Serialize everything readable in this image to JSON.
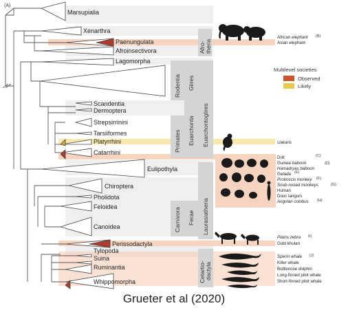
{
  "panel_label": "(A)",
  "taxa": {
    "marsupialia": "Marsupialia",
    "xenarthra": "Xenarthra",
    "paenungulata": "Paenungulata",
    "afroinsectivora": "Afroinsectivora",
    "lagomorpha": "Lagomorpha",
    "scandentia": "Scandentia",
    "dermoptera": "Dermoptera",
    "strepsirrhini": "Strepsirrinini",
    "tarsiiformes": "Tarsiiformes",
    "platyrrhini": "Platyrrhini",
    "catarrhini": "Catarrhini",
    "eulipothyla": "Eulipothyla",
    "chiroptera": "Chiroptera",
    "pholidota": "Pholidota",
    "feloidea": "Feloidea",
    "canoidea": "Canoidea",
    "perissodactyla": "Perissodactyla",
    "tylopoda": "Tylopoda",
    "suina": "Suina",
    "ruminantia": "Ruminantia",
    "whippomorpha": "Whippomorpha"
  },
  "groups": {
    "afrotheria_1": "Afro-",
    "afrotheria_2": "theria",
    "rodentia": "Rodentia",
    "glires": "Glires",
    "euarchontoglires": "Euarchontoglires",
    "euarchonta": "Euarchonta",
    "primates": "Primates",
    "laurasiatheria": "Laurasiatheria",
    "carnivora": "Carnivora",
    "ferae": "Ferae",
    "cetartiodactyla_1": "Cetartio-",
    "cetartiodactyla_2": "dactyla"
  },
  "species": {
    "african_elephant": "African elephant",
    "asian_elephant": "Asian elephant",
    "uakaris": "Uakaris",
    "drill": "Drill",
    "guinea_baboon": "Guinea baboon",
    "hamadryas_baboon": "Hamadryas baboon",
    "gelada": "Gelada",
    "proboscis_monkey": "Proboscis monkey",
    "snub_nosed_monkeys": "Snub-nosed monkeys",
    "human": "Human",
    "douc_langurs": "Douc langurs",
    "angolan_colobus": "Angolan colobus",
    "plains_zebra": "Plains zebra",
    "gobi_khulan": "Gobi khulan",
    "sperm_whale": "Sperm whale",
    "killer_whale": "Killer whale",
    "bottlenose_dolphin": "Bottlenose dolphin",
    "long_finned_pilot_whale": "Long-finned pilot whale",
    "short_finned_pilot_whale": "Short-finned pilot whale"
  },
  "notes": {
    "b": "(B)",
    "c": "(C)",
    "d": "(D)",
    "e": "(E)",
    "f": "(F)",
    "g": "(G)",
    "h": "(H)",
    "i": "(I)",
    "j": "(J)"
  },
  "legend": {
    "title": "Multilevel societies",
    "observed": "Observed",
    "likely": "Likely"
  },
  "colors": {
    "observed": "#c0392b",
    "likely": "#e9c94d",
    "highlight": "#f5c9b0",
    "band": "#efefef",
    "grey_box": "#d4d4d4"
  },
  "caption": "Grueter et al (2020)"
}
